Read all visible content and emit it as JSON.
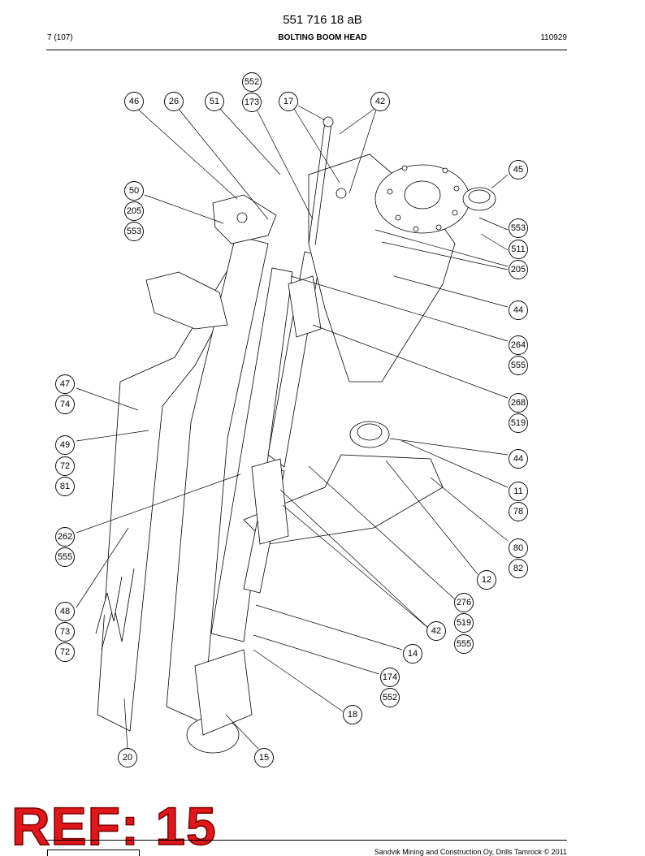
{
  "header": {
    "doc_number": "551 716 18 aB",
    "page_index": "7 (107)",
    "title": "BOLTING BOOM HEAD",
    "date_code": "110929"
  },
  "footer": {
    "copyright": "Sandvik Mining and Construction Oy, Drills Tamrock © 2011"
  },
  "stamp": {
    "text": "REF: 15",
    "color": "#e0161b"
  },
  "callouts": [
    {
      "id": "c46",
      "label": "46"
    },
    {
      "id": "c26",
      "label": "26"
    },
    {
      "id": "c51",
      "label": "51"
    },
    {
      "id": "c552a",
      "label": "552"
    },
    {
      "id": "c173",
      "label": "173"
    },
    {
      "id": "c17",
      "label": "17"
    },
    {
      "id": "c42a",
      "label": "42"
    },
    {
      "id": "c45",
      "label": "45"
    },
    {
      "id": "c50",
      "label": "50"
    },
    {
      "id": "c205a",
      "label": "205"
    },
    {
      "id": "c553a",
      "label": "553"
    },
    {
      "id": "c553b",
      "label": "553"
    },
    {
      "id": "c511",
      "label": "511"
    },
    {
      "id": "c205b",
      "label": "205"
    },
    {
      "id": "c44a",
      "label": "44"
    },
    {
      "id": "c264",
      "label": "264"
    },
    {
      "id": "c555a",
      "label": "555"
    },
    {
      "id": "c47",
      "label": "47"
    },
    {
      "id": "c74",
      "label": "74"
    },
    {
      "id": "c268",
      "label": "268"
    },
    {
      "id": "c519a",
      "label": "519"
    },
    {
      "id": "c49",
      "label": "49"
    },
    {
      "id": "c72a",
      "label": "72"
    },
    {
      "id": "c81",
      "label": "81"
    },
    {
      "id": "c44b",
      "label": "44"
    },
    {
      "id": "c11",
      "label": "11"
    },
    {
      "id": "c78",
      "label": "78"
    },
    {
      "id": "c262",
      "label": "262"
    },
    {
      "id": "c555b",
      "label": "555"
    },
    {
      "id": "c80",
      "label": "80"
    },
    {
      "id": "c82",
      "label": "82"
    },
    {
      "id": "c12",
      "label": "12"
    },
    {
      "id": "c276",
      "label": "276"
    },
    {
      "id": "c519b",
      "label": "519"
    },
    {
      "id": "c555c",
      "label": "555"
    },
    {
      "id": "c48",
      "label": "48"
    },
    {
      "id": "c73",
      "label": "73"
    },
    {
      "id": "c72b",
      "label": "72"
    },
    {
      "id": "c42b",
      "label": "42"
    },
    {
      "id": "c14",
      "label": "14"
    },
    {
      "id": "c174",
      "label": "174"
    },
    {
      "id": "c552b",
      "label": "552"
    },
    {
      "id": "c18",
      "label": "18"
    },
    {
      "id": "c20",
      "label": "20"
    },
    {
      "id": "c15",
      "label": "15"
    }
  ]
}
